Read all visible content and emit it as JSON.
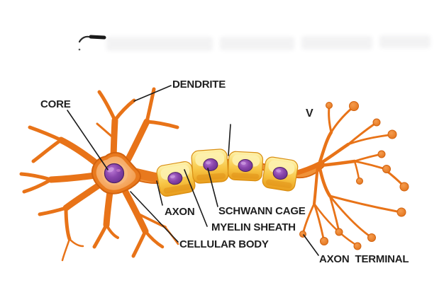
{
  "diagram": {
    "type": "neuron-anatomy-illustration",
    "background_color": "#ffffff",
    "labels": {
      "core": "CORE",
      "dendrite": "DENDRITE",
      "axon": "AXON",
      "schwann_cage": "SCHWANN CAGE",
      "myelin_sheath": "MYELIN SHEATH",
      "cellular_body": "CELLULAR BODY",
      "axon_terminal": "AXON TERMINAL"
    },
    "artifacts": {
      "stray_mark": "V"
    },
    "parts": {
      "myelin_segment_count": 4,
      "schwann_nucleus_count": 4
    },
    "colors": {
      "neuron_orange": "#E87318",
      "orange_outline": "#D2620E",
      "soma_fill": "#F6AA66",
      "nucleus_purple": "#8244A8",
      "nucleus_dark": "#4E2168",
      "myelin_yellow": "#F7C443",
      "myelin_highlight": "#FDF1AE",
      "myelin_rim": "#D98E12",
      "label_text": "#1F1F1F",
      "pointer_line": "#1B1B1B"
    }
  }
}
